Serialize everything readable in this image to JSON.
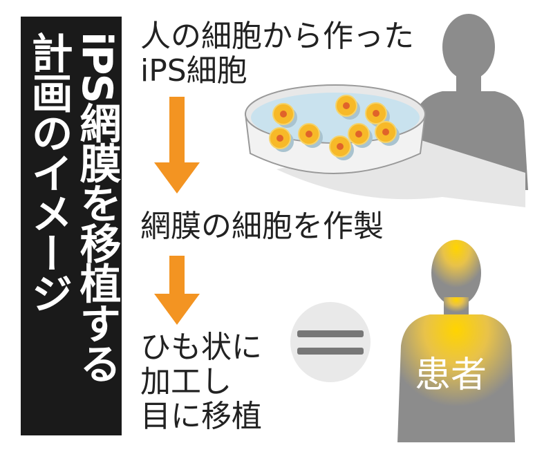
{
  "title": {
    "line1": "iPS網膜を移植する",
    "line2": "計画のイメージ"
  },
  "steps": [
    {
      "lines": [
        "人の細胞から作った",
        "iPS細胞"
      ]
    },
    {
      "lines": [
        "網膜の細胞を作製"
      ]
    },
    {
      "lines": [
        "ひも状に",
        "加工し",
        "目に移植"
      ]
    }
  ],
  "patient_label": "患者",
  "colors": {
    "arrow": "#f39422",
    "banner": "#1a1a1a",
    "silhouette": "#8a8a8a",
    "glow": "#f5c400",
    "cell": "#f7b928",
    "nucleus": "#e0632a",
    "dish_liquid": "#c9e2ee"
  }
}
